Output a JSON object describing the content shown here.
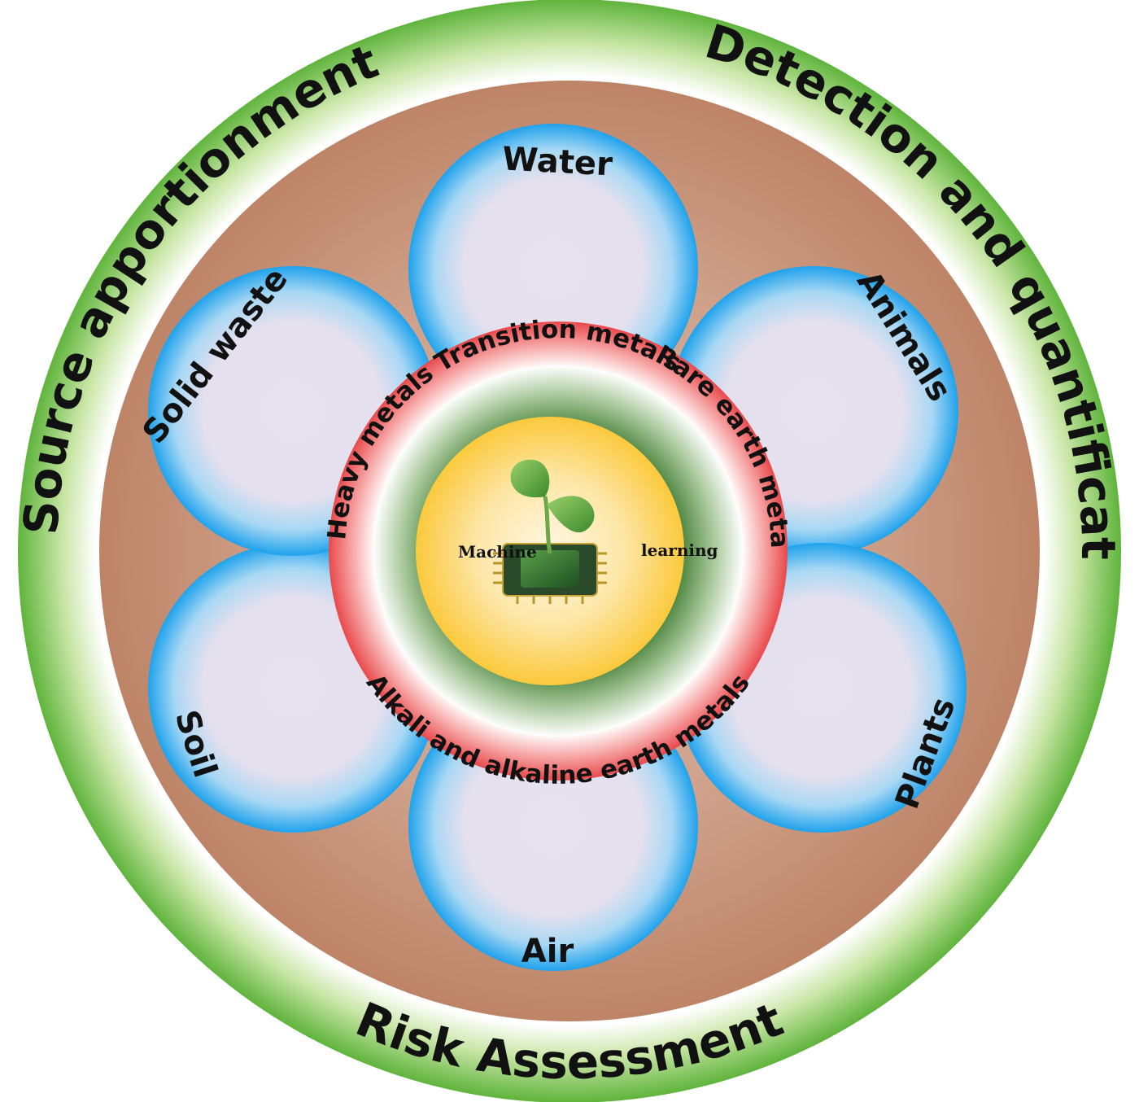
{
  "outer_ring": {
    "top_left": "Source apportionment",
    "right": "Detection and quantification",
    "bottom": "Risk Assessment"
  },
  "petals": {
    "water": "Water",
    "animals": "Animals",
    "plants": "Plants",
    "air": "Air",
    "soil": "Soil",
    "solid_waste": "Solid waste"
  },
  "metal_ring": {
    "top": "Transition metals",
    "right": "Rare earth metals",
    "bottom": "Alkali and alkaline earth metals",
    "left": "Heavy  metals"
  },
  "core": {
    "left_word": "Machine",
    "right_word": "learning",
    "icon": "sprout-on-chip-icon"
  },
  "colors": {
    "outer_green": "#6cc04a",
    "brown_band": "#c08a6e",
    "petal_blue": "#29a9ee",
    "petal_center": "#e6e0ec",
    "metal_red": "#ef4e4e",
    "core_yellow": "#fbd046",
    "inner_green": "#3d7a2f"
  }
}
